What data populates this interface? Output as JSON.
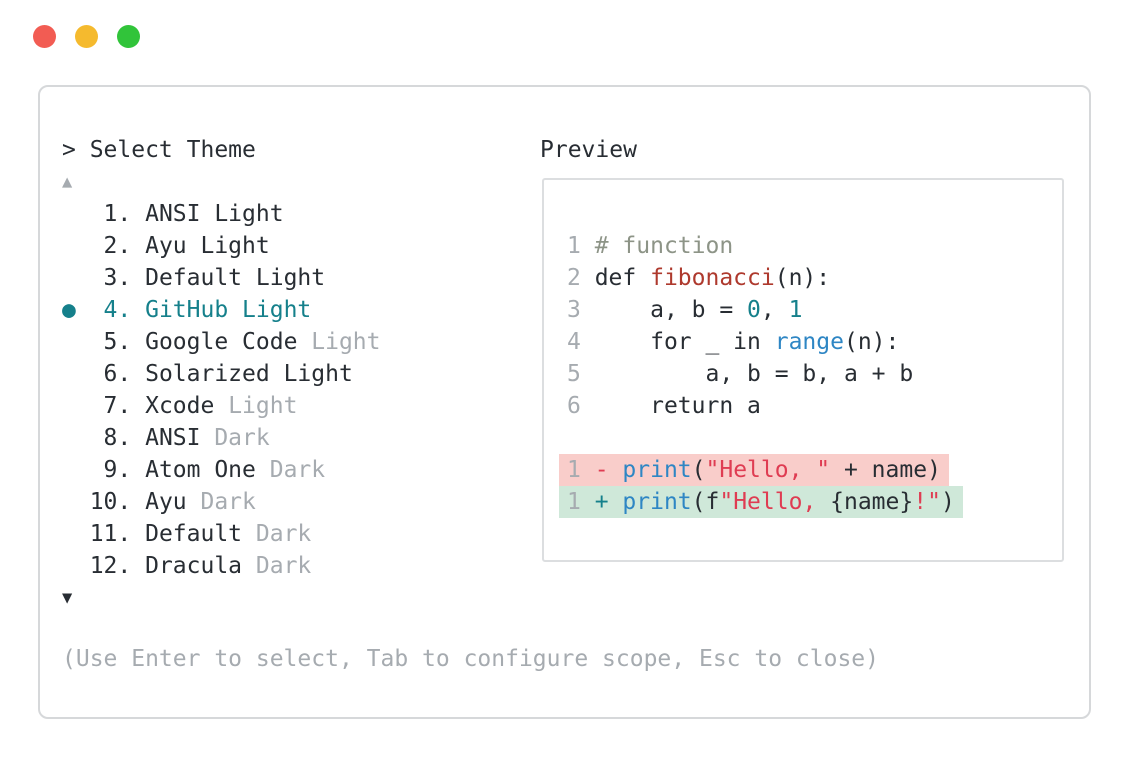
{
  "window_controls": {
    "close_color": "#f25c53",
    "minimize_color": "#f5ba2e",
    "zoom_color": "#31c43a"
  },
  "selector": {
    "title": "> Select Theme",
    "scroll_up_symbol": "▲",
    "scroll_down_symbol": "▼",
    "selected_marker": "●",
    "items": [
      {
        "num": "1",
        "name": "ANSI Light",
        "muted_suffix": "",
        "selected": false
      },
      {
        "num": "2",
        "name": "Ayu Light",
        "muted_suffix": "",
        "selected": false
      },
      {
        "num": "3",
        "name": "Default Light",
        "muted_suffix": "",
        "selected": false
      },
      {
        "num": "4",
        "name": "GitHub Light",
        "muted_suffix": "",
        "selected": true
      },
      {
        "num": "5",
        "name": "Google Code",
        "muted_suffix": " Light",
        "selected": false
      },
      {
        "num": "6",
        "name": "Solarized Light",
        "muted_suffix": "",
        "selected": false
      },
      {
        "num": "7",
        "name": "Xcode",
        "muted_suffix": " Light",
        "selected": false
      },
      {
        "num": "8",
        "name": "ANSI",
        "muted_suffix": " Dark",
        "selected": false
      },
      {
        "num": "9",
        "name": "Atom One",
        "muted_suffix": " Dark",
        "selected": false
      },
      {
        "num": "10",
        "name": "Ayu",
        "muted_suffix": " Dark",
        "selected": false
      },
      {
        "num": "11",
        "name": "Default",
        "muted_suffix": " Dark",
        "selected": false
      },
      {
        "num": "12",
        "name": "Dracula",
        "muted_suffix": " Dark",
        "selected": false
      }
    ]
  },
  "preview": {
    "label": "Preview",
    "lines": [
      {
        "type": "code",
        "tokens": [
          [
            "1 ",
            "ln"
          ],
          [
            "# function",
            "comment"
          ]
        ]
      },
      {
        "type": "code",
        "tokens": [
          [
            "2 ",
            "ln"
          ],
          [
            "def ",
            "code"
          ],
          [
            "fibonacci",
            "function"
          ],
          [
            "(n):",
            "code"
          ]
        ]
      },
      {
        "type": "code",
        "tokens": [
          [
            "3 ",
            "ln"
          ],
          [
            "    a, b = ",
            "code"
          ],
          [
            "0",
            "constant"
          ],
          [
            ", ",
            "code"
          ],
          [
            "1",
            "constant"
          ]
        ]
      },
      {
        "type": "code",
        "tokens": [
          [
            "4 ",
            "ln"
          ],
          [
            "    for _ in ",
            "code"
          ],
          [
            "range",
            "builtin"
          ],
          [
            "(n):",
            "code"
          ]
        ]
      },
      {
        "type": "code",
        "tokens": [
          [
            "5 ",
            "ln"
          ],
          [
            "        a, b = b, a + b",
            "code"
          ]
        ]
      },
      {
        "type": "code",
        "tokens": [
          [
            "6 ",
            "ln"
          ],
          [
            "    return a",
            "code"
          ]
        ]
      },
      {
        "type": "blank",
        "tokens": []
      },
      {
        "type": "removed",
        "tokens": [
          [
            "1 ",
            "ln"
          ],
          [
            "- ",
            "removed-sign"
          ],
          [
            "print",
            "builtin"
          ],
          [
            "(",
            "code"
          ],
          [
            "\"Hello, \"",
            "string"
          ],
          [
            " + name)",
            "code"
          ]
        ]
      },
      {
        "type": "added",
        "tokens": [
          [
            "1 ",
            "ln"
          ],
          [
            "+ ",
            "added-sign"
          ],
          [
            "print",
            "builtin"
          ],
          [
            "(f",
            "code"
          ],
          [
            "\"Hello, ",
            "string"
          ],
          [
            "{name}",
            "code"
          ],
          [
            "!\"",
            "string"
          ],
          [
            ")",
            "code"
          ]
        ]
      }
    ]
  },
  "footer": {
    "hint": "(Use Enter to select, Tab to configure scope, Esc to close)"
  },
  "colors": {
    "dark": "#282d33",
    "muted": "#a6abb0",
    "teal": "#15808b",
    "blue": "#2e86c4",
    "string-red": "#df3c52",
    "function-red": "#ae392d",
    "comment": "#8d9487",
    "removed-bg": "#f9cdca",
    "added-bg": "#cfe8d9",
    "border": "#d6d8da",
    "dot-red": "#f25c53",
    "dot-yellow": "#f5ba2e",
    "dot-green": "#31c43a"
  }
}
